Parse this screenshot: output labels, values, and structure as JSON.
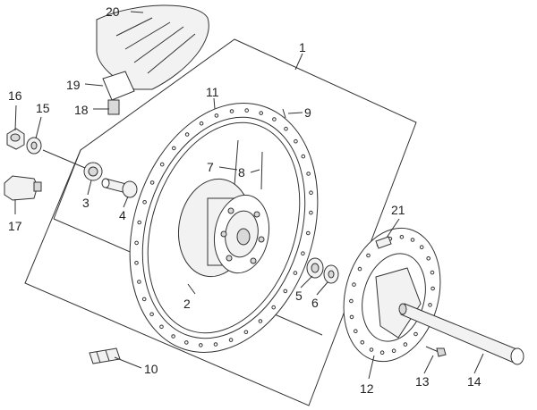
{
  "diagram": {
    "callouts": {
      "c1": "1",
      "c2": "2",
      "c3": "3",
      "c4": "4",
      "c5": "5",
      "c6": "6",
      "c7": "7",
      "c8": "8",
      "c9": "9",
      "c10": "10",
      "c11": "11",
      "c12": "12",
      "c13": "13",
      "c14": "14",
      "c15": "15",
      "c16": "16",
      "c17": "17",
      "c18": "18",
      "c19": "19",
      "c20": "20",
      "c21": "21"
    }
  }
}
